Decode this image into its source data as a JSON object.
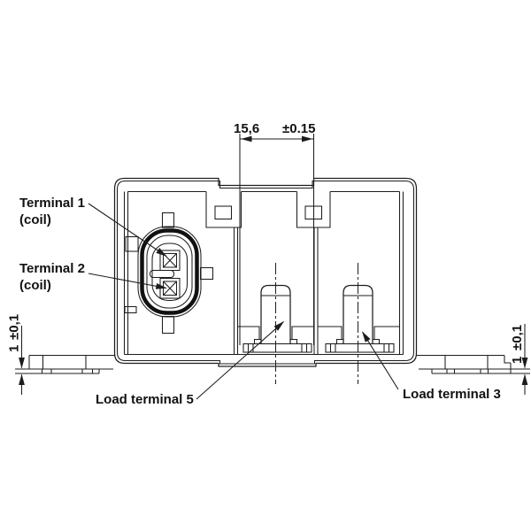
{
  "drawing": {
    "colors": {
      "line": "#1d1d1d",
      "background": "#ffffff"
    },
    "dimensions": {
      "width": {
        "value": "15,6",
        "tolerance": "±0.15"
      },
      "flange_left": {
        "value": "1",
        "tolerance": "±0,1"
      },
      "flange_right": {
        "value": "1",
        "tolerance": "±0,1"
      }
    },
    "labels": {
      "terminal1_title": "Terminal 1",
      "terminal1_sub": "(coil)",
      "terminal2_title": "Terminal 2",
      "terminal2_sub": "(coil)",
      "load5": "Load terminal 5",
      "load3": "Load terminal 3"
    }
  }
}
